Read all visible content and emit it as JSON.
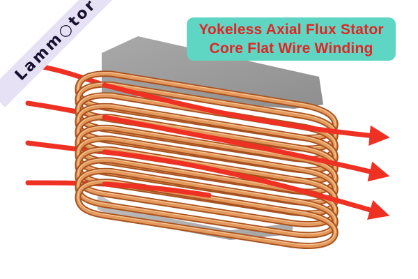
{
  "title": {
    "line1": "Yokeless Axial Flux Stator",
    "line2": "Core Flat Wire Winding"
  },
  "logo": {
    "text": "Lamm○tor"
  },
  "colors": {
    "title_bg": "#5fd6c3",
    "title_text": "#e02525",
    "copper_dark": "#a8511f",
    "copper_mid": "#d98a4c",
    "copper_light": "#f2b27a",
    "core_top": "#9c9c9c",
    "core_front": "#b8b8b8",
    "arrow": "#ef3124",
    "logo_band": "#e6e1f5",
    "logo_text": "#1a1030"
  }
}
